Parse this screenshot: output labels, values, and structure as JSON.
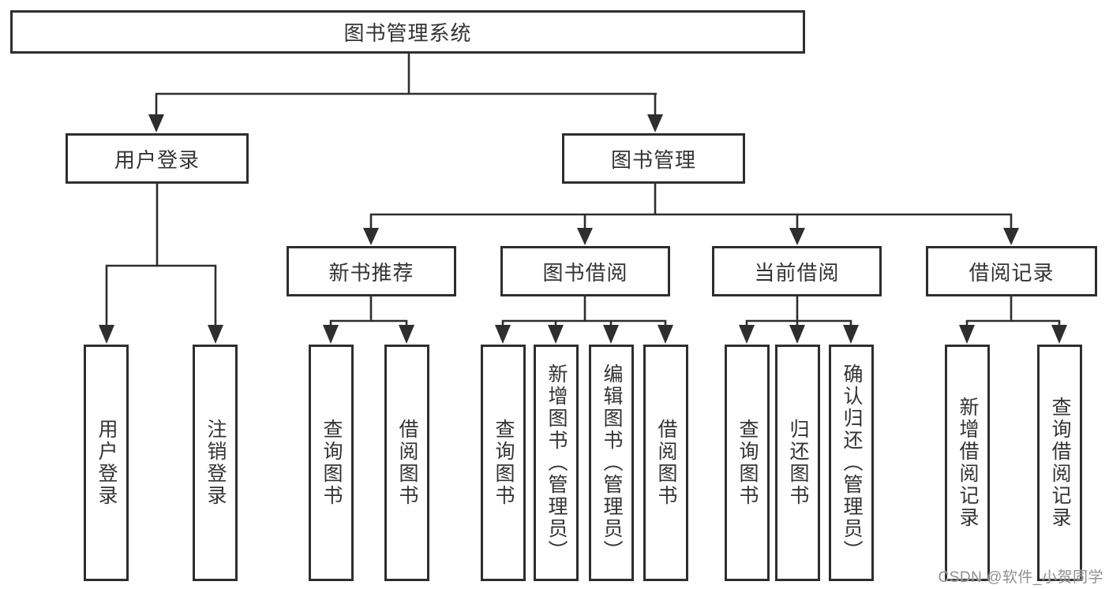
{
  "colors": {
    "background": "#ffffff",
    "line": "#2e2e2e",
    "box_fill": "#ffffff",
    "text": "#333333",
    "watermark": "#8f8f8f"
  },
  "tree": {
    "root": {
      "label": "图书管理系统"
    },
    "branches": [
      {
        "label": "用户登录",
        "children": [
          {
            "label": "用户登录"
          },
          {
            "label": "注销登录"
          }
        ]
      },
      {
        "label": "图书管理",
        "children": [
          {
            "label": "新书推荐",
            "children": [
              {
                "label": "查询图书"
              },
              {
                "label": "借阅图书"
              }
            ]
          },
          {
            "label": "图书借阅",
            "children": [
              {
                "label": "查询图书"
              },
              {
                "label": "新增图书（管理员）"
              },
              {
                "label": "编辑图书（管理员）"
              },
              {
                "label": "借阅图书"
              }
            ]
          },
          {
            "label": "当前借阅",
            "children": [
              {
                "label": "查询图书"
              },
              {
                "label": "归还图书"
              },
              {
                "label": "确认归还（管理员）"
              }
            ]
          },
          {
            "label": "借阅记录",
            "children": [
              {
                "label": "新增借阅记录"
              },
              {
                "label": "查询借阅记录"
              }
            ]
          }
        ]
      }
    ]
  },
  "watermark": "CSDN @软件_小贺同学"
}
